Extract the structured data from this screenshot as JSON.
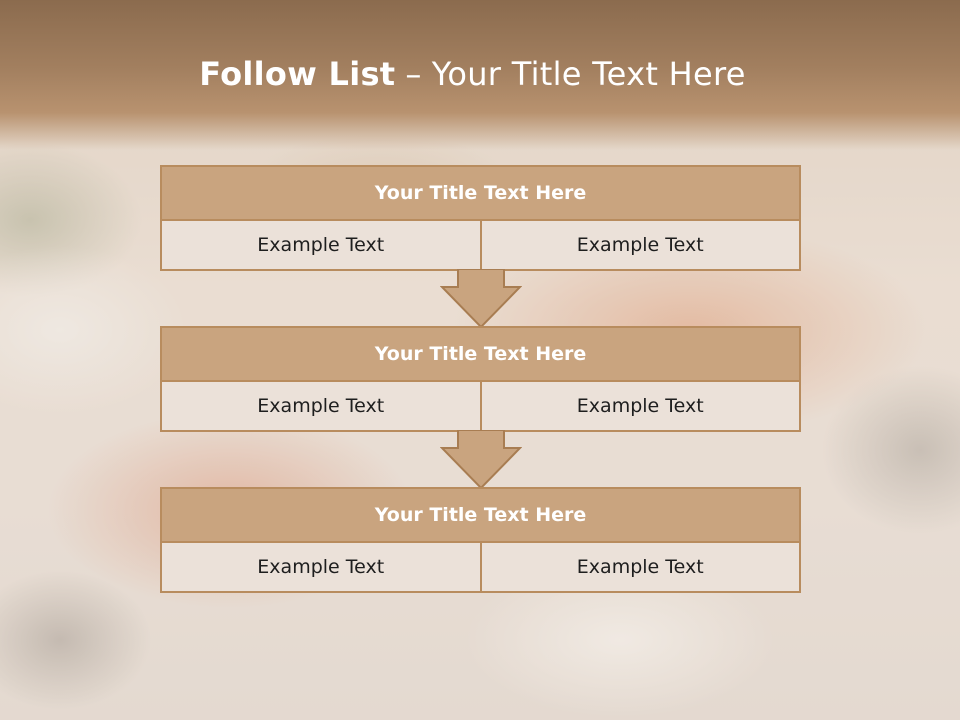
{
  "slide": {
    "title_bold": "Follow List",
    "title_separator": "–",
    "title_rest": "Your Title Text Here"
  },
  "blocks": [
    {
      "heading": "Your Title Text Here",
      "cells": [
        "Example Text",
        "Example Text"
      ]
    },
    {
      "heading": "Your Title Text Here",
      "cells": [
        "Example Text",
        "Example Text"
      ]
    },
    {
      "heading": "Your Title Text Here",
      "cells": [
        "Example Text",
        "Example Text"
      ]
    }
  ],
  "colors": {
    "header_band": "#a27f5f",
    "block_heading_fill": "#c9a47f",
    "block_border": "#b88c5e",
    "cell_fill": "#ebe1d9",
    "arrow_fill": "#c9a47f"
  },
  "icons": [
    "down-arrow-icon"
  ]
}
